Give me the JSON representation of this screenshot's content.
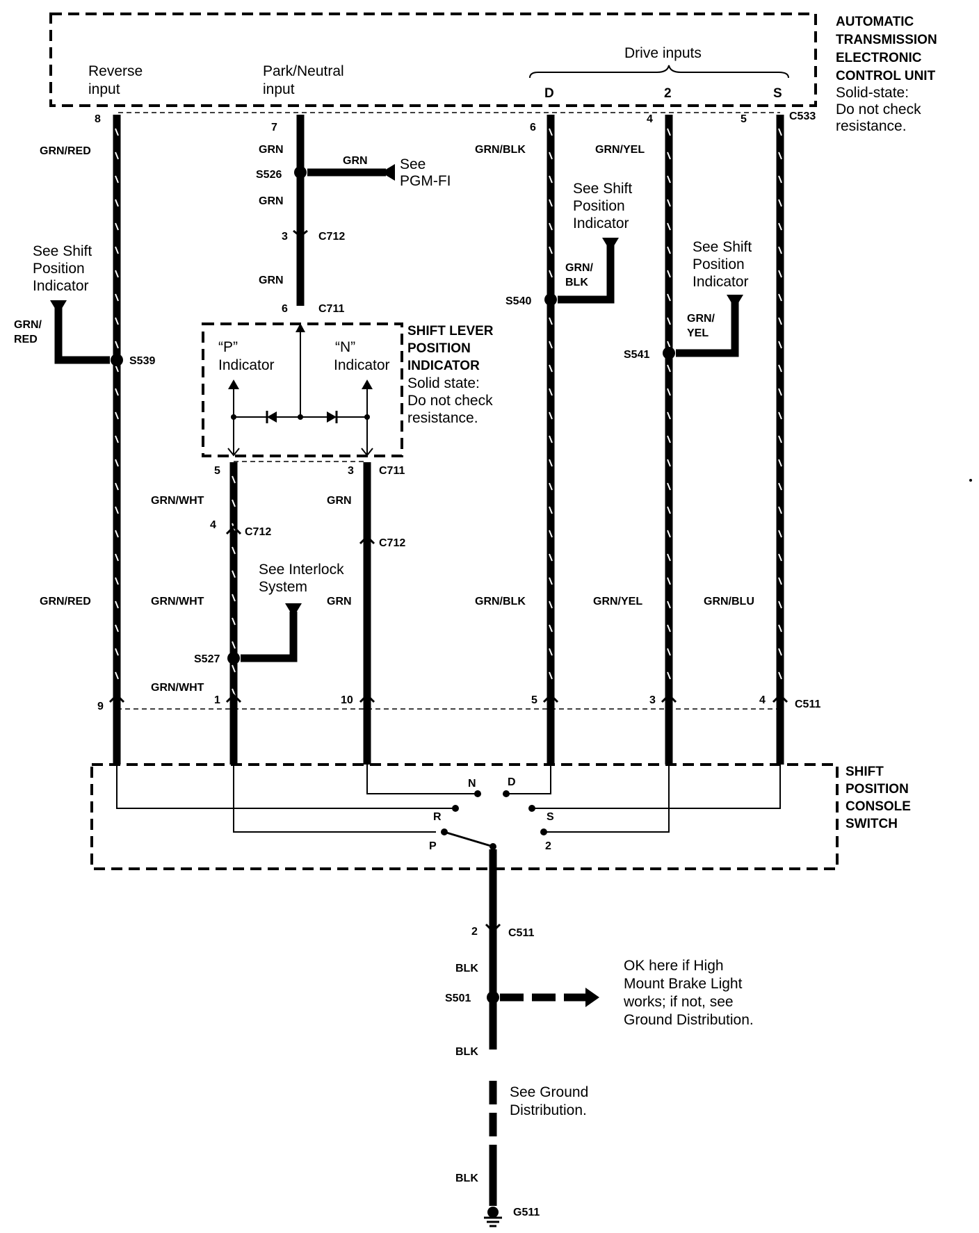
{
  "ecu": {
    "title_lines": [
      "AUTOMATIC",
      "TRANSMISSION",
      "ELECTRONIC",
      "CONTROL UNIT"
    ],
    "note_lines": [
      "Solid-state:",
      "Do not check",
      "resistance."
    ],
    "reverse_input": [
      "Reverse",
      "input"
    ],
    "park_neutral_input": [
      "Park/Neutral",
      "input"
    ],
    "drive_inputs": "Drive inputs",
    "drive_labels": [
      "D",
      "2",
      "S"
    ],
    "connector": "C533"
  },
  "pins_top": [
    "8",
    "7",
    "6",
    "4",
    "5"
  ],
  "wires": {
    "reverse": "GRN/RED",
    "park_neutral": "GRN",
    "drive_d": "GRN/BLK",
    "drive_2": "GRN/YEL",
    "drive_s": "GRN/BLU",
    "p_line": "GRN/WHT",
    "n_line": "GRN",
    "ground": "BLK"
  },
  "splices": {
    "s526": "S526",
    "s539": "S539",
    "s540": "S540",
    "s541": "S541",
    "s527": "S527",
    "s501": "S501"
  },
  "pgm_fi": {
    "wire": "GRN",
    "ref": [
      "See",
      "PGM-FI"
    ]
  },
  "shift_pos_ref": [
    "See Shift",
    "Position",
    "Indicator"
  ],
  "branch_labels": {
    "grn_red": [
      "GRN/",
      "RED"
    ],
    "grn_blk": [
      "GRN/",
      "BLK"
    ],
    "grn_yel": [
      "GRN/",
      "YEL"
    ]
  },
  "connectors": {
    "c712": "C712",
    "c711": "C711",
    "c511": "C511",
    "pin_3": "3",
    "pin_6": "6",
    "pin_5": "5",
    "pin_4": "4",
    "pin_1": "1",
    "pin_9": "9",
    "pin_10": "10",
    "pin_2": "2"
  },
  "indicator": {
    "title_lines": [
      "SHIFT LEVER",
      "POSITION",
      "INDICATOR"
    ],
    "note_lines": [
      "Solid state:",
      "Do not check",
      "resistance."
    ],
    "p_label": [
      "“P”",
      "Indicator"
    ],
    "n_label": [
      "“N”",
      "Indicator"
    ]
  },
  "interlock_ref": [
    "See Interlock",
    "System"
  ],
  "console": {
    "title_lines": [
      "SHIFT",
      "POSITION",
      "CONSOLE",
      "SWITCH"
    ],
    "positions": [
      "N",
      "D",
      "R",
      "S",
      "P",
      "2"
    ]
  },
  "brake_note": [
    "OK here if High",
    "Mount Brake Light",
    "works; if not, see",
    "Ground Distribution."
  ],
  "ground_ref": [
    "See Ground",
    "Distribution."
  ],
  "ground": "G511"
}
